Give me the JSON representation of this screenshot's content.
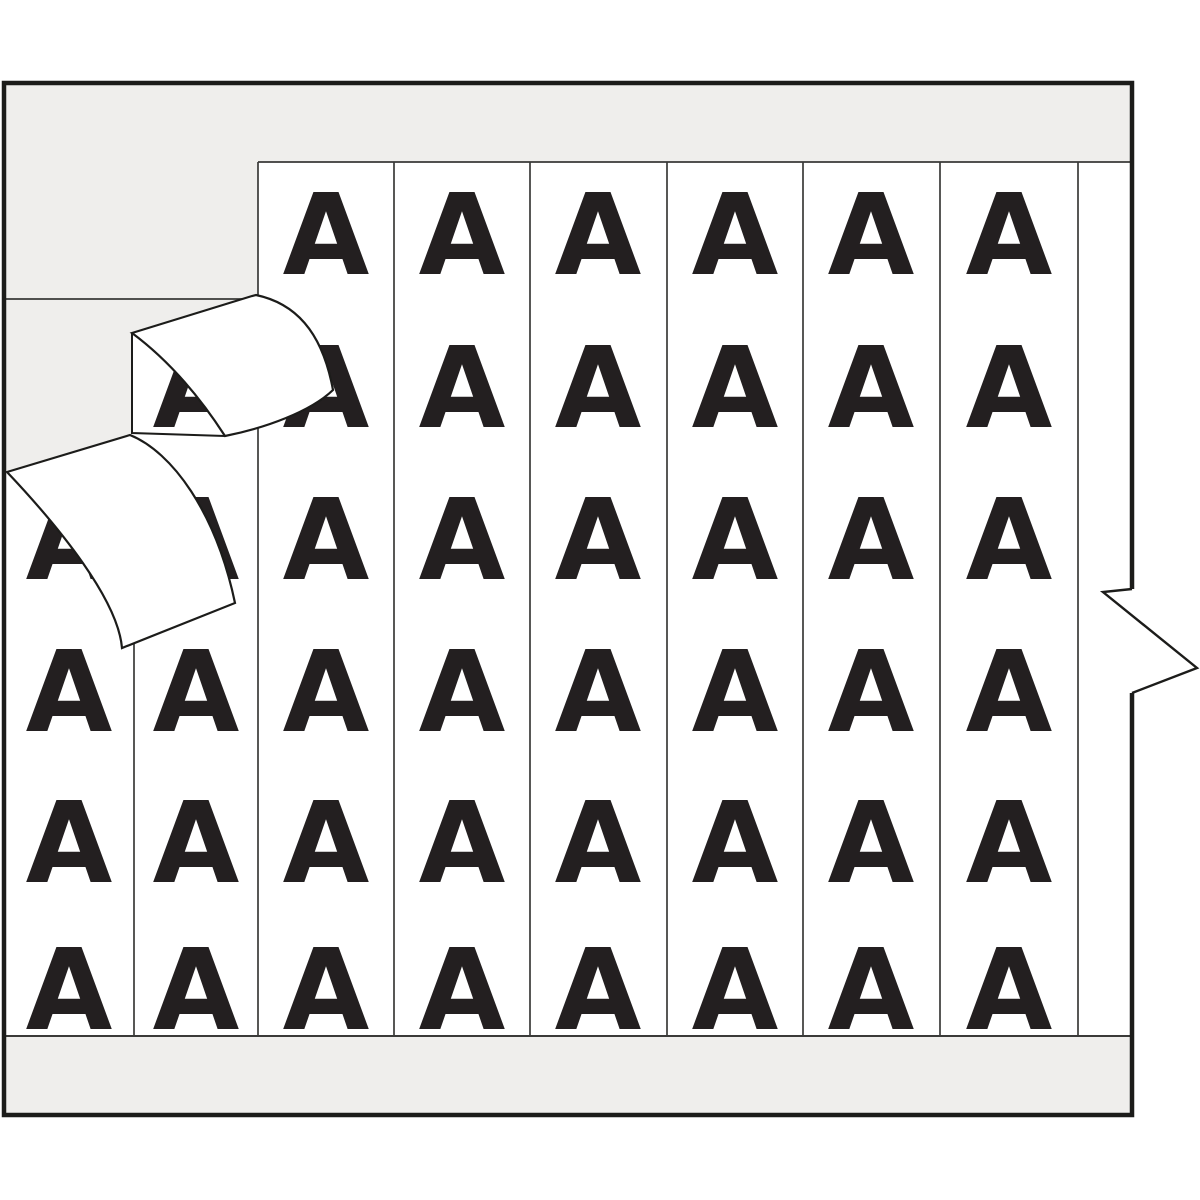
{
  "illustration": {
    "title": "Wire marker card with repeated letter labels, two labels peeling off",
    "legend_letter": "A",
    "visible_letter_count": 45,
    "peeling_labels_count": 2,
    "grid": {
      "rows": 6,
      "full_columns": 8,
      "blank_partial_columns": 1,
      "columns": [
        {
          "id": "col-1",
          "cells": [
            null,
            null,
            "A",
            "A",
            "A",
            "A"
          ]
        },
        {
          "id": "col-2",
          "cells": [
            null,
            "A",
            "A",
            "A",
            "A",
            "A"
          ]
        },
        {
          "id": "col-3",
          "cells": [
            "A",
            "A",
            "A",
            "A",
            "A",
            "A"
          ]
        },
        {
          "id": "col-4",
          "cells": [
            "A",
            "A",
            "A",
            "A",
            "A",
            "A"
          ]
        },
        {
          "id": "col-5",
          "cells": [
            "A",
            "A",
            "A",
            "A",
            "A",
            "A"
          ]
        },
        {
          "id": "col-6",
          "cells": [
            "A",
            "A",
            "A",
            "A",
            "A",
            "A"
          ]
        },
        {
          "id": "col-7",
          "cells": [
            "A",
            "A",
            "A",
            "A",
            "A",
            "A"
          ]
        },
        {
          "id": "col-8",
          "cells": [
            "A",
            "A",
            "A",
            "A",
            "A",
            "A"
          ]
        },
        {
          "id": "col-9",
          "cells": [
            null,
            null,
            null,
            null,
            null,
            null
          ]
        }
      ]
    }
  },
  "colors": {
    "page_background": "#ffffff",
    "card_background": "#efeeec",
    "strip_background": "#ffffff",
    "letter_color": "#231f20",
    "card_outline": "#1c1c1a",
    "divider_line": "#3a3a38"
  }
}
